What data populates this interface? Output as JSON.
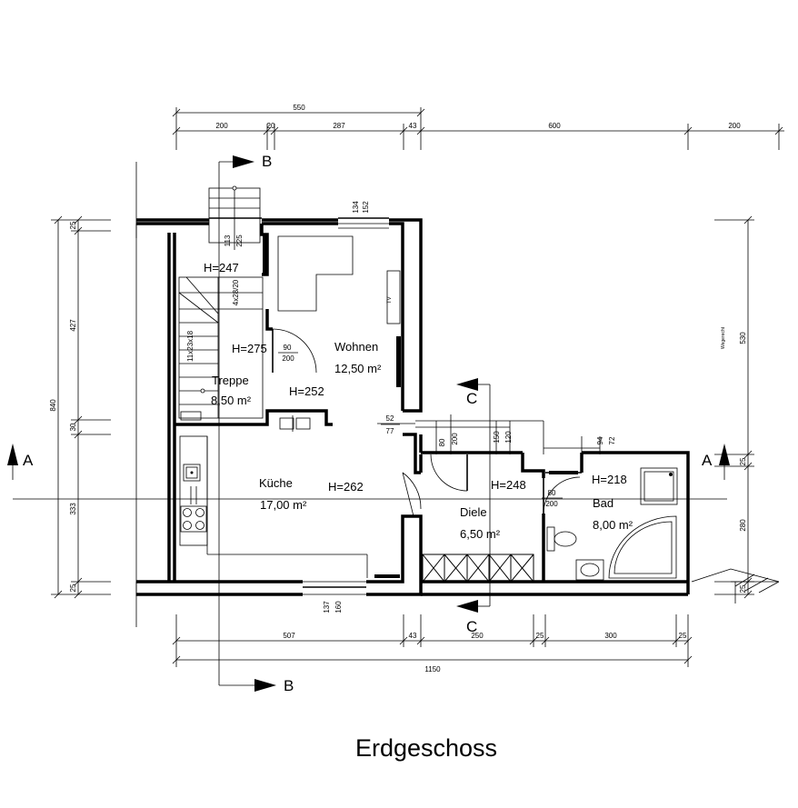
{
  "title": "Erdgeschoss",
  "rooms": [
    {
      "name": "Wohnen",
      "area": "12,50 m²"
    },
    {
      "name": "Treppe",
      "area": "8,50 m²"
    },
    {
      "name": "Küche",
      "area": "17,00 m²"
    },
    {
      "name": "Diele",
      "area": "6,50 m²"
    },
    {
      "name": "Bad",
      "area": "8,00 m²"
    }
  ],
  "heights": [
    "H=247",
    "H=275",
    "H=252",
    "H=262",
    "H=248",
    "H=218"
  ],
  "section_markers": {
    "a": "A",
    "b": "B",
    "c": "C"
  },
  "dimensions": {
    "top_total": "550",
    "top": [
      "200",
      "20",
      "287",
      "43",
      "600",
      "200"
    ],
    "bottom": [
      "507",
      "43",
      "250",
      "25",
      "300",
      "25"
    ],
    "bottom_total": "1150",
    "left": [
      "25",
      "427",
      "30",
      "333",
      "25"
    ],
    "left_total": "840",
    "right": [
      "530",
      "25",
      "280",
      "25"
    ]
  },
  "openings": {
    "wohnen_window_a": "134",
    "wohnen_window_b": "152",
    "treppe_window_a": "113",
    "treppe_window_b": "225",
    "stair_small": "4x28/20",
    "stair_main": "11x23x18",
    "door_a_w": "90",
    "door_a_h": "200",
    "kueche_window_a": "137",
    "kueche_window_b": "160",
    "passage_a": "52",
    "passage_b": "77",
    "diele_door_w": "80",
    "diele_door_h": "200",
    "diele_top_a": "150",
    "diele_top_b": "120",
    "bad_window_a": "94",
    "bad_window_b": "72",
    "bad_door_w": "80",
    "bad_door_h": "200",
    "wegerecht": "Wegerecht"
  },
  "icons": [
    "stove-icon",
    "sink-icon",
    "shower-icon",
    "toilet-icon",
    "washbasin-icon"
  ]
}
